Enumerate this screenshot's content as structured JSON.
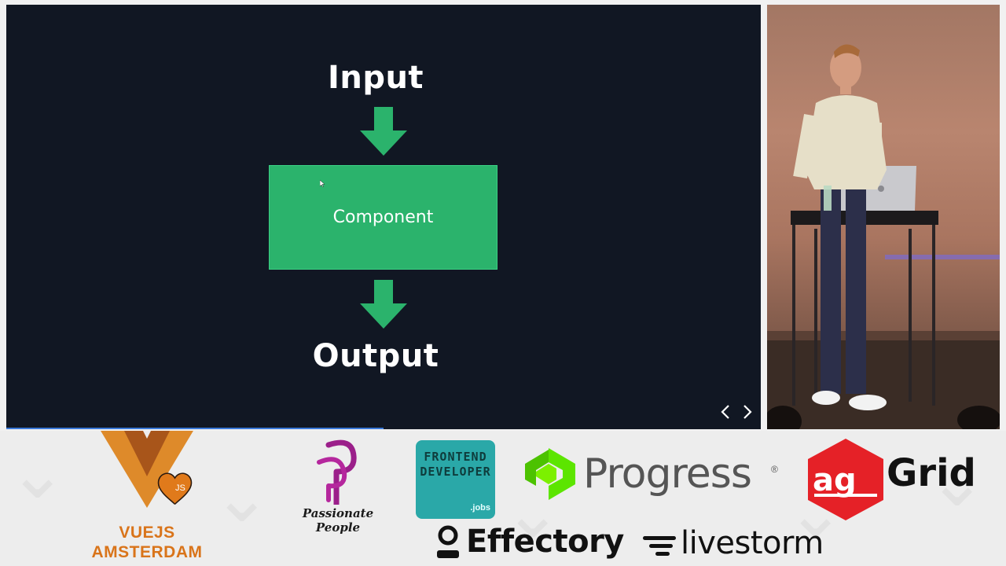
{
  "slide": {
    "input_label": "Input",
    "component_label": "Component",
    "output_label": "Output",
    "progress_fraction": 0.5,
    "nav": {
      "prev_icon": "chevron-left-icon",
      "next_icon": "chevron-right-icon"
    }
  },
  "colors": {
    "slide_bg": "#111723",
    "accent_green": "#2bb36c",
    "progress_blue": "#3b79d9",
    "vuejs_orange": "#d9741a",
    "ag_red": "#e52127",
    "progress_green": "#5ce500"
  },
  "sponsors": {
    "vuejs": {
      "heart_text": "JS",
      "line1": "VUEJS",
      "line2": "AMSTERDAM"
    },
    "passionate_people": {
      "name": "Passionate People"
    },
    "frontend_developer": {
      "line1": "FRONTEND",
      "line2": "DEVELOPER",
      "line3": ".jobs"
    },
    "progress": {
      "name": "Progress",
      "mark": "®"
    },
    "ag_grid": {
      "ag": "ag",
      "grid": "Grid"
    },
    "effectory": {
      "name": "Effectory"
    },
    "livestorm": {
      "name": "livestorm"
    }
  }
}
